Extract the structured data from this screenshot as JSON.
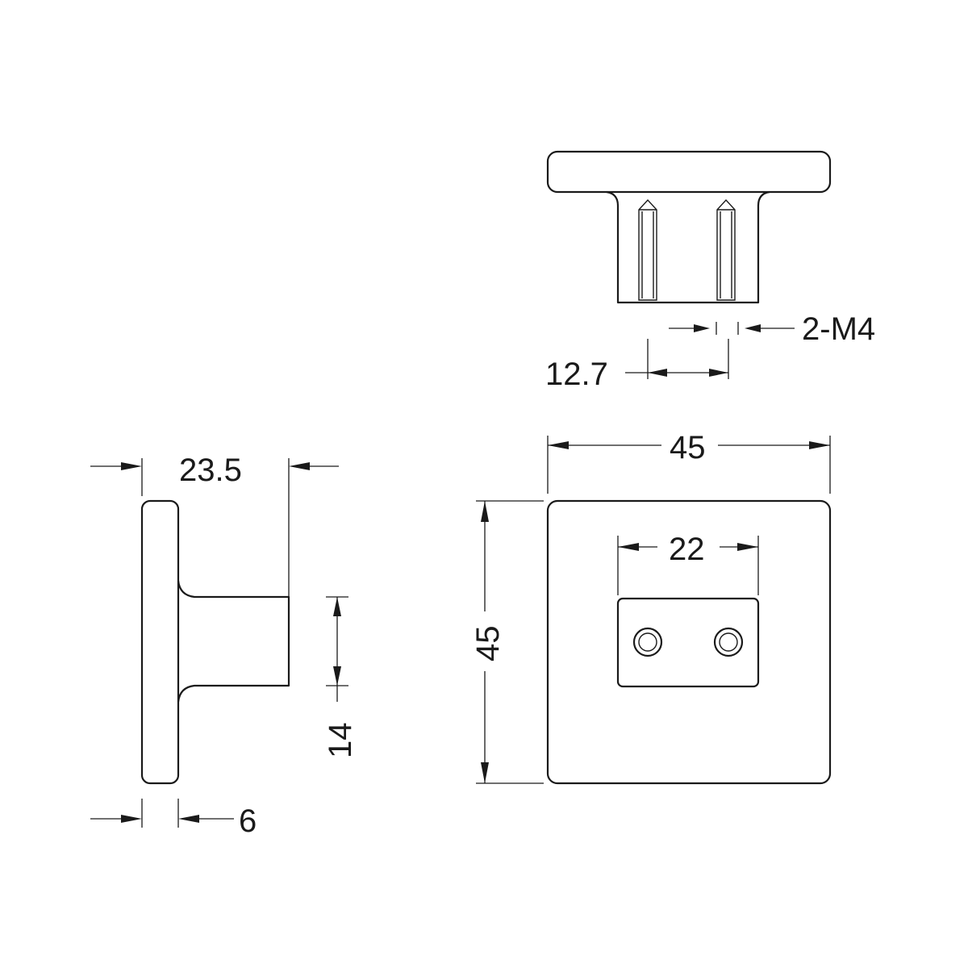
{
  "drawing": {
    "side_view": {
      "overall_depth": "23.5",
      "base_thickness": "6",
      "stem_height": "14"
    },
    "top_view": {
      "thread_callout": "2-M4",
      "hole_spacing": "12.7"
    },
    "front_view": {
      "width": "45",
      "height": "45",
      "insert_width": "22"
    }
  }
}
